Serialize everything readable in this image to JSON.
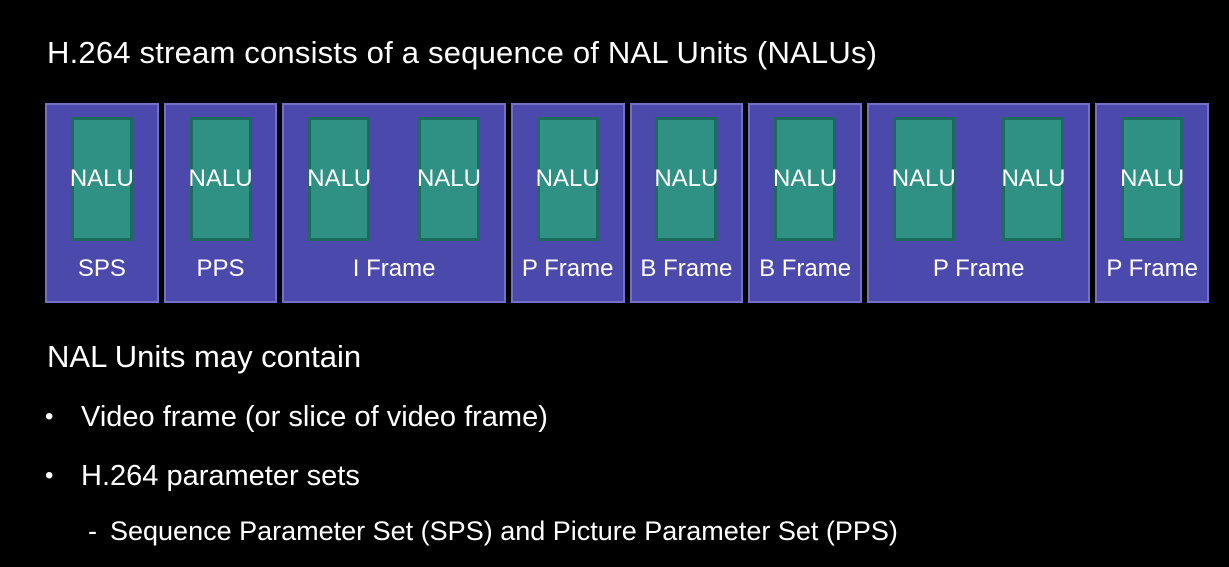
{
  "slide": {
    "title": "H.264 stream consists of a sequence of NAL Units (NALUs)",
    "subtitle": "NAL Units may contain",
    "bullets": [
      {
        "level": 1,
        "marker": "•",
        "text": "Video frame (or slice of video frame)"
      },
      {
        "level": 1,
        "marker": "•",
        "text": "H.264 parameter sets"
      },
      {
        "level": 2,
        "marker": "-",
        "text": "Sequence Parameter Set (SPS) and Picture Parameter Set (PPS)"
      }
    ]
  },
  "diagram": {
    "nalu_label": "NALU",
    "groups": [
      {
        "label": "SPS",
        "nalu_count": 1
      },
      {
        "label": "PPS",
        "nalu_count": 1
      },
      {
        "label": "I Frame",
        "nalu_count": 2
      },
      {
        "label": "P Frame",
        "nalu_count": 1
      },
      {
        "label": "B Frame",
        "nalu_count": 1
      },
      {
        "label": "B Frame",
        "nalu_count": 1
      },
      {
        "label": "P Frame",
        "nalu_count": 2
      },
      {
        "label": "P Frame",
        "nalu_count": 1
      }
    ],
    "colors": {
      "background": "#000000",
      "text": "#ffffff",
      "group_fill": "#4c49ac",
      "group_border": "#7370c5",
      "nalu_fill": "#2e9184",
      "nalu_border": "#1d6a5f"
    }
  }
}
